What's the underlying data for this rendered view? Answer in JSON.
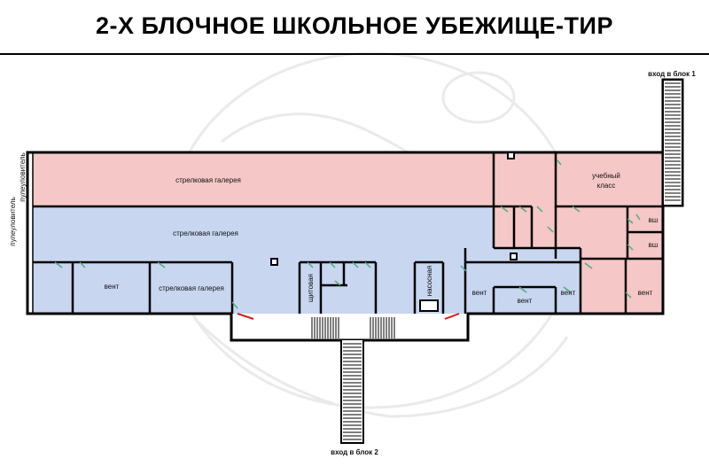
{
  "title": "2-Х БЛОЧНОЕ ШКОЛЬНОЕ УБЕЖИЩЕ-ТИР",
  "colors": {
    "gallery_red": "#f5c7c7",
    "gallery_blue": "#c8d6f0",
    "walls": "#000000",
    "door_green": "#4caf7d",
    "door_red": "#d42020"
  },
  "labels": {
    "gallery_upper": "стрелковая галерея",
    "gallery_lower": "стрелковая галерея",
    "gallery_small": "стрелковая галерея",
    "bullet_catcher_1": "пулеуловитель",
    "bullet_catcher_2": "пулеуловитель",
    "vent_left": "вент",
    "panel_room": "щитовая",
    "pump_room": "насосная",
    "vent_mid_left": "вент",
    "vent_mid_center": "вент",
    "vent_mid_right": "вент",
    "vent_right": "вент",
    "classroom_line1": "учебный",
    "classroom_line2": "класс",
    "vsh_1": "вш",
    "vsh_2": "вш",
    "entrance_1": "вход в блок 1",
    "entrance_2": "вход в блок 2"
  }
}
